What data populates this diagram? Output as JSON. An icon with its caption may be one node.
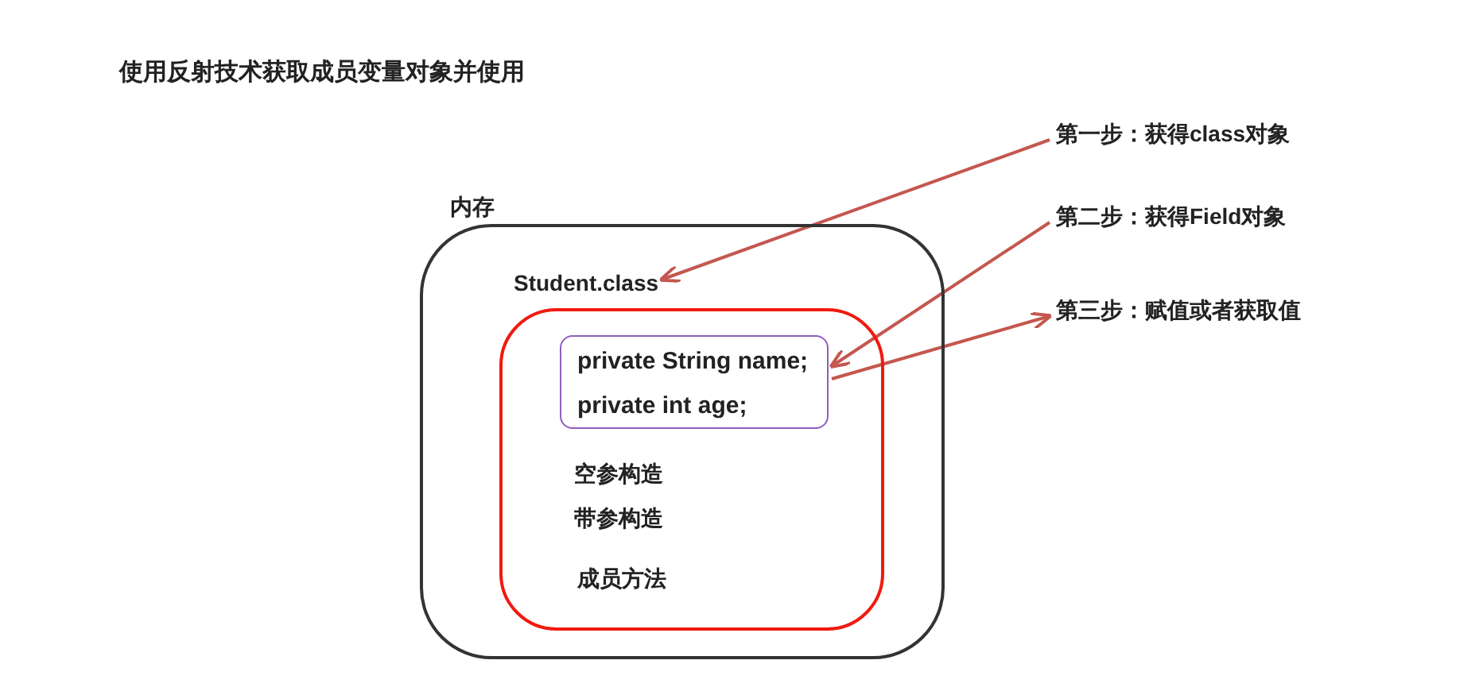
{
  "diagram": {
    "title": "使用反射技术获取成员变量对象并使用",
    "nodes": [
      {
        "text": [
          "内存"
        ]
      },
      {
        "text": [
          "Student.class"
        ],
        "in": 0
      },
      {
        "text": [
          "空参构造",
          "带参构造",
          "成员方法"
        ],
        "in": 0
      },
      {
        "text": [
          "private String name;",
          "private int age;"
        ],
        "in": 2
      },
      {
        "text": [
          "第一步：获得class对象"
        ]
      },
      {
        "text": [
          "第二步：获得Field对象"
        ]
      },
      {
        "text": [
          "第三步：赋值或者获取值"
        ]
      }
    ],
    "edges": [
      {
        "from": 4,
        "to": 1,
        "arrow": "to"
      },
      {
        "from": 5,
        "to": 3,
        "arrow": "to"
      },
      {
        "from": 3,
        "to": 6,
        "arrow": "to"
      }
    ]
  }
}
